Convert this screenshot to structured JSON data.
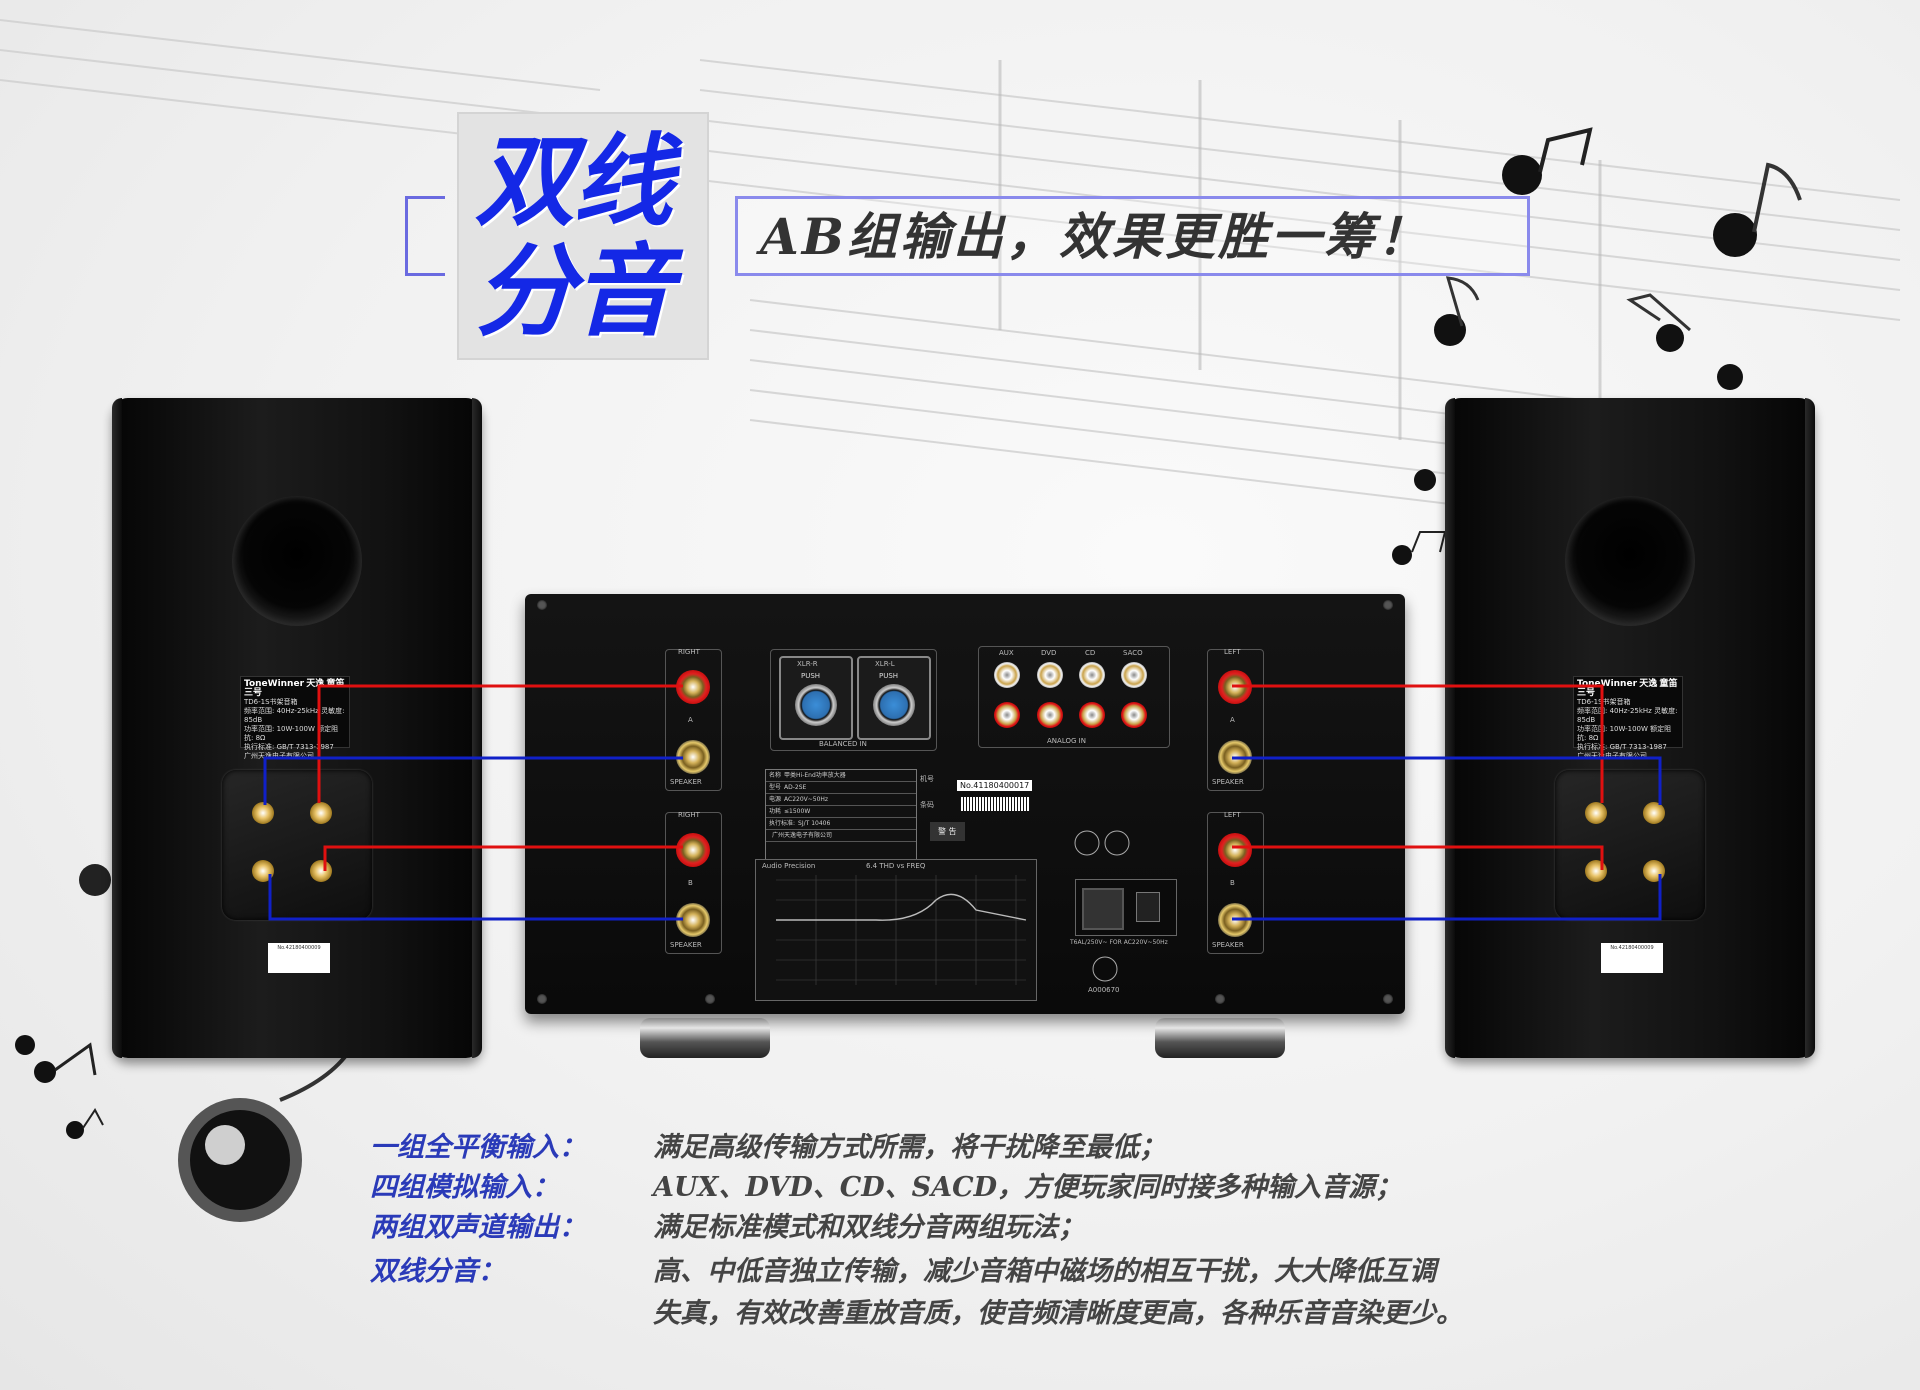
{
  "title": {
    "big_line1": "双线",
    "big_line2": "分音",
    "subtitle": "AB组输出，效果更胜一筹！"
  },
  "speaker": {
    "brand_en": "ToneWinner",
    "brand_cn": "天逸",
    "model_line": "童笛三号",
    "model_sub": "TD6-1S书架音箱",
    "spec1": "频率范围: 40Hz-25kHz  灵敏度: 85dB",
    "spec2": "功率范围: 10W-100W  额定阻抗: 8Ω",
    "spec3": "执行标准: GB/T 7313-1987",
    "maker": "广州天逸电子有限公司",
    "serial": "No.42180400009"
  },
  "amp": {
    "right_label": "RIGHT",
    "left_label": "LEFT",
    "speaker_label": "SPEAKER",
    "group_a": "A",
    "group_b": "B",
    "xlr_r": "XLR-R",
    "xlr_l": "XLR-L",
    "push": "PUSH",
    "balanced_in": "BALANCED IN",
    "analog_in": "ANALOG IN",
    "aux": "AUX",
    "dvd": "DVD",
    "cd": "CD",
    "saco": "SACO",
    "spec_rows": [
      {
        "k": "名称",
        "v": "甲类Hi-End功率放大器"
      },
      {
        "k": "型号",
        "v": "AD-2SE"
      },
      {
        "k": "电源",
        "v": "AC220V~50Hz"
      },
      {
        "k": "功耗",
        "v": "≤1500W"
      },
      {
        "k": "执行标准:",
        "v": "SJ/T 10406"
      },
      {
        "k": "",
        "v": "广州天逸电子有限公司"
      }
    ],
    "jihao": "机号",
    "tiaoma": "条码",
    "serial": "No.41180400017",
    "graph_title": "Audio Precision",
    "graph_caption": "6.4 THD vs FREQ",
    "fuse": "T6AL/250V~ FOR AC220V~50Hz",
    "ccc": "A000670",
    "warning": "警 告"
  },
  "features": [
    {
      "label": "一组全平衡输入：",
      "desc": "满足高级传输方式所需，将干扰降至最低；"
    },
    {
      "label": "四组模拟输入：",
      "desc": "AUX、DVD、CD、SACD，方便玩家同时接多种输入音源；"
    },
    {
      "label": "两组双声道输出：",
      "desc": "满足标准模式和双线分音两组玩法；"
    },
    {
      "label": "双线分音：",
      "desc": "高、中低音独立传输，减少音箱中磁场的相互干扰，大大降低互调"
    },
    {
      "label": "",
      "desc": "失真，有效改善重放音质，使音频清晰度更高，各种乐音音染更少。"
    }
  ],
  "colors": {
    "title_blue": "#1428e6",
    "frame_blue": "#5a5ad6",
    "wire_red": "#e01010",
    "wire_blue": "#1020c8",
    "feature_label": "#2a3ab8",
    "feature_desc": "#444444"
  }
}
